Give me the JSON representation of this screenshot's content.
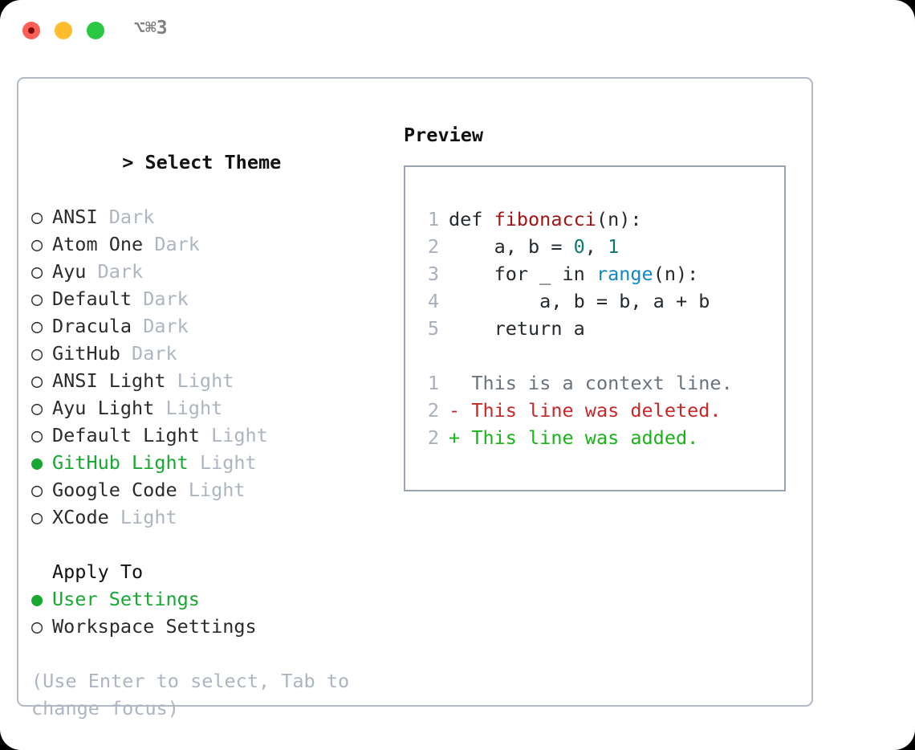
{
  "titlebar": {
    "shortcut": "⌥⌘3",
    "buttons": {
      "close": "close-button",
      "minimize": "minimize-button",
      "maximize": "maximize-button"
    }
  },
  "theme_picker": {
    "header_prompt": ">",
    "header_label": "Select Theme",
    "marker_unselected": "○",
    "marker_selected": "●",
    "items": [
      {
        "name": "ANSI",
        "variant": "Dark",
        "selected": false
      },
      {
        "name": "Atom One",
        "variant": "Dark",
        "selected": false
      },
      {
        "name": "Ayu",
        "variant": "Dark",
        "selected": false
      },
      {
        "name": "Default",
        "variant": "Dark",
        "selected": false
      },
      {
        "name": "Dracula",
        "variant": "Dark",
        "selected": false
      },
      {
        "name": "GitHub",
        "variant": "Dark",
        "selected": false
      },
      {
        "name": "ANSI Light",
        "variant": "Light",
        "selected": false
      },
      {
        "name": "Ayu Light",
        "variant": "Light",
        "selected": false
      },
      {
        "name": "Default Light",
        "variant": "Light",
        "selected": false
      },
      {
        "name": "GitHub Light",
        "variant": "Light",
        "selected": true
      },
      {
        "name": "Google Code",
        "variant": "Light",
        "selected": false
      },
      {
        "name": "XCode",
        "variant": "Light",
        "selected": false
      }
    ]
  },
  "apply_to": {
    "heading": "Apply To",
    "options": [
      {
        "label": "User Settings",
        "selected": true
      },
      {
        "label": "Workspace Settings",
        "selected": false
      }
    ]
  },
  "hint": "(Use Enter to select, Tab to change focus)",
  "preview": {
    "title": "Preview",
    "code_lines": [
      {
        "num": "1",
        "tokens": [
          {
            "t": "def ",
            "c": "kw"
          },
          {
            "t": "fibonacci",
            "c": "fn"
          },
          {
            "t": "(n):",
            "c": "plain"
          }
        ]
      },
      {
        "num": "2",
        "tokens": [
          {
            "t": "    a, b = ",
            "c": "plain"
          },
          {
            "t": "0",
            "c": "num"
          },
          {
            "t": ", ",
            "c": "plain"
          },
          {
            "t": "1",
            "c": "num"
          }
        ]
      },
      {
        "num": "3",
        "tokens": [
          {
            "t": "    for _ in ",
            "c": "plain"
          },
          {
            "t": "range",
            "c": "builtin"
          },
          {
            "t": "(n):",
            "c": "plain"
          }
        ]
      },
      {
        "num": "4",
        "tokens": [
          {
            "t": "        a, b = b, a + b",
            "c": "plain"
          }
        ]
      },
      {
        "num": "5",
        "tokens": [
          {
            "t": "    return a",
            "c": "plain"
          }
        ]
      }
    ],
    "diff_lines": [
      {
        "num": "1",
        "sign": " ",
        "text": "This is a context line.",
        "kind": "context"
      },
      {
        "num": "2",
        "sign": "-",
        "text": "This line was deleted.",
        "kind": "del"
      },
      {
        "num": "2",
        "sign": "+",
        "text": "This line was added.",
        "kind": "add"
      }
    ]
  },
  "colors": {
    "selected_green": "#16a831",
    "variant_gray": "#adb5c0",
    "line_number": "#a7afbb",
    "function_red": "#a31515",
    "number_teal": "#0d7a6e",
    "builtin_blue": "#0f87c9",
    "diff_delete": "#c62828",
    "diff_add": "#17b317",
    "diff_context": "#6a737d",
    "panel_border": "#b3bac4",
    "preview_border": "#9aa3b0",
    "traffic_red": "#ff5f57",
    "traffic_yellow": "#ffbd2e",
    "traffic_green": "#28c840"
  }
}
